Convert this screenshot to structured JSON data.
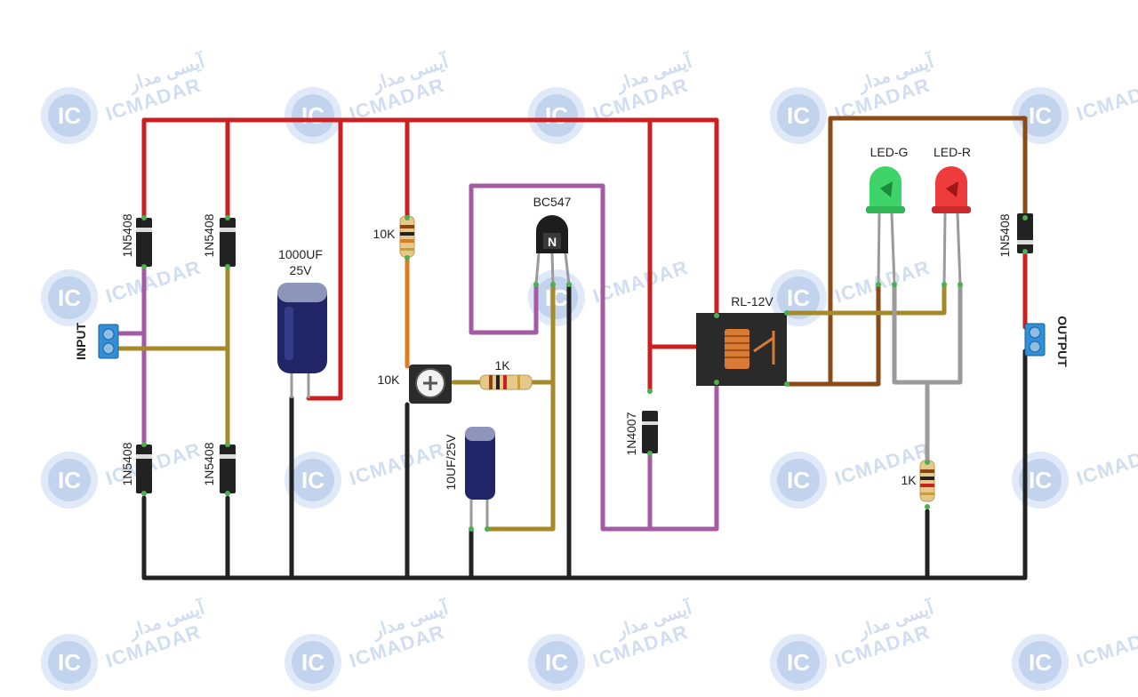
{
  "watermark": {
    "brand": "ICMADAR",
    "brand_fa": "آیسی مدار",
    "logo": "IC"
  },
  "labels": {
    "input": "INPUT",
    "output": "OUTPUT",
    "d1": "1N5408",
    "d2": "1N5408",
    "d3": "1N5408",
    "d4": "1N5408",
    "d_out": "1N5408",
    "cap_big_value": "1000UF",
    "cap_big_voltage": "25V",
    "res_top": "10K",
    "pot": "10K",
    "res_mid": "1K",
    "cap_small": "10UF/25V",
    "transistor": "BC547",
    "transistor_mark": "N",
    "flyback": "1N4007",
    "relay": "RL-12V",
    "led_g": "LED-G",
    "led_r": "LED-R",
    "res_led": "1K"
  },
  "colors": {
    "red_wire": "#cc1f1f",
    "black_wire": "#222222",
    "purple_wire": "#a45ba4",
    "olive_wire": "#a68a2a",
    "brown_wire": "#8c4a17",
    "orange_wire": "#e07b22",
    "gray_wire": "#9a9a9a",
    "led_green": "#3ed46a",
    "led_red": "#ee3b3b",
    "terminal_blue": "#2f8fd8"
  }
}
